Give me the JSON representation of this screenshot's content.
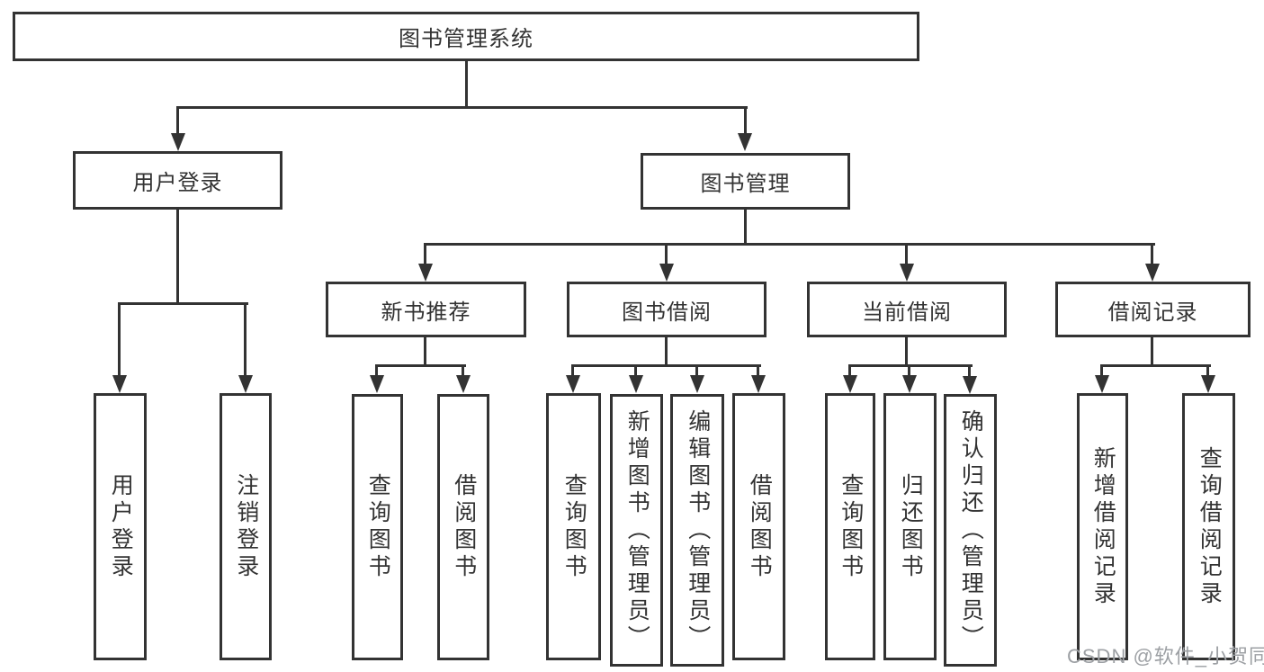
{
  "root": {
    "label": "图书管理系统"
  },
  "branches": [
    {
      "label": "用户登录",
      "children": [
        "用户登录",
        "注销登录"
      ]
    },
    {
      "label": "图书管理"
    }
  ],
  "modules": [
    {
      "label": "新书推荐",
      "children": [
        "查询图书",
        "借阅图书"
      ]
    },
    {
      "label": "图书借阅",
      "children": [
        "查询图书",
        "新增图书（管理员）",
        "编辑图书（管理员）",
        "借阅图书"
      ]
    },
    {
      "label": "当前借阅",
      "children": [
        "查询图书",
        "归还图书",
        "确认归还（管理员）"
      ]
    },
    {
      "label": "借阅记录",
      "children": [
        "新增借阅记录",
        "查询借阅记录"
      ]
    }
  ],
  "watermark": {
    "text": "CSDN @软件_小贺同学"
  },
  "colors": {
    "line": "#333333",
    "text": "#333333",
    "background": "#ffffff",
    "watermark": "#9da0a4"
  }
}
